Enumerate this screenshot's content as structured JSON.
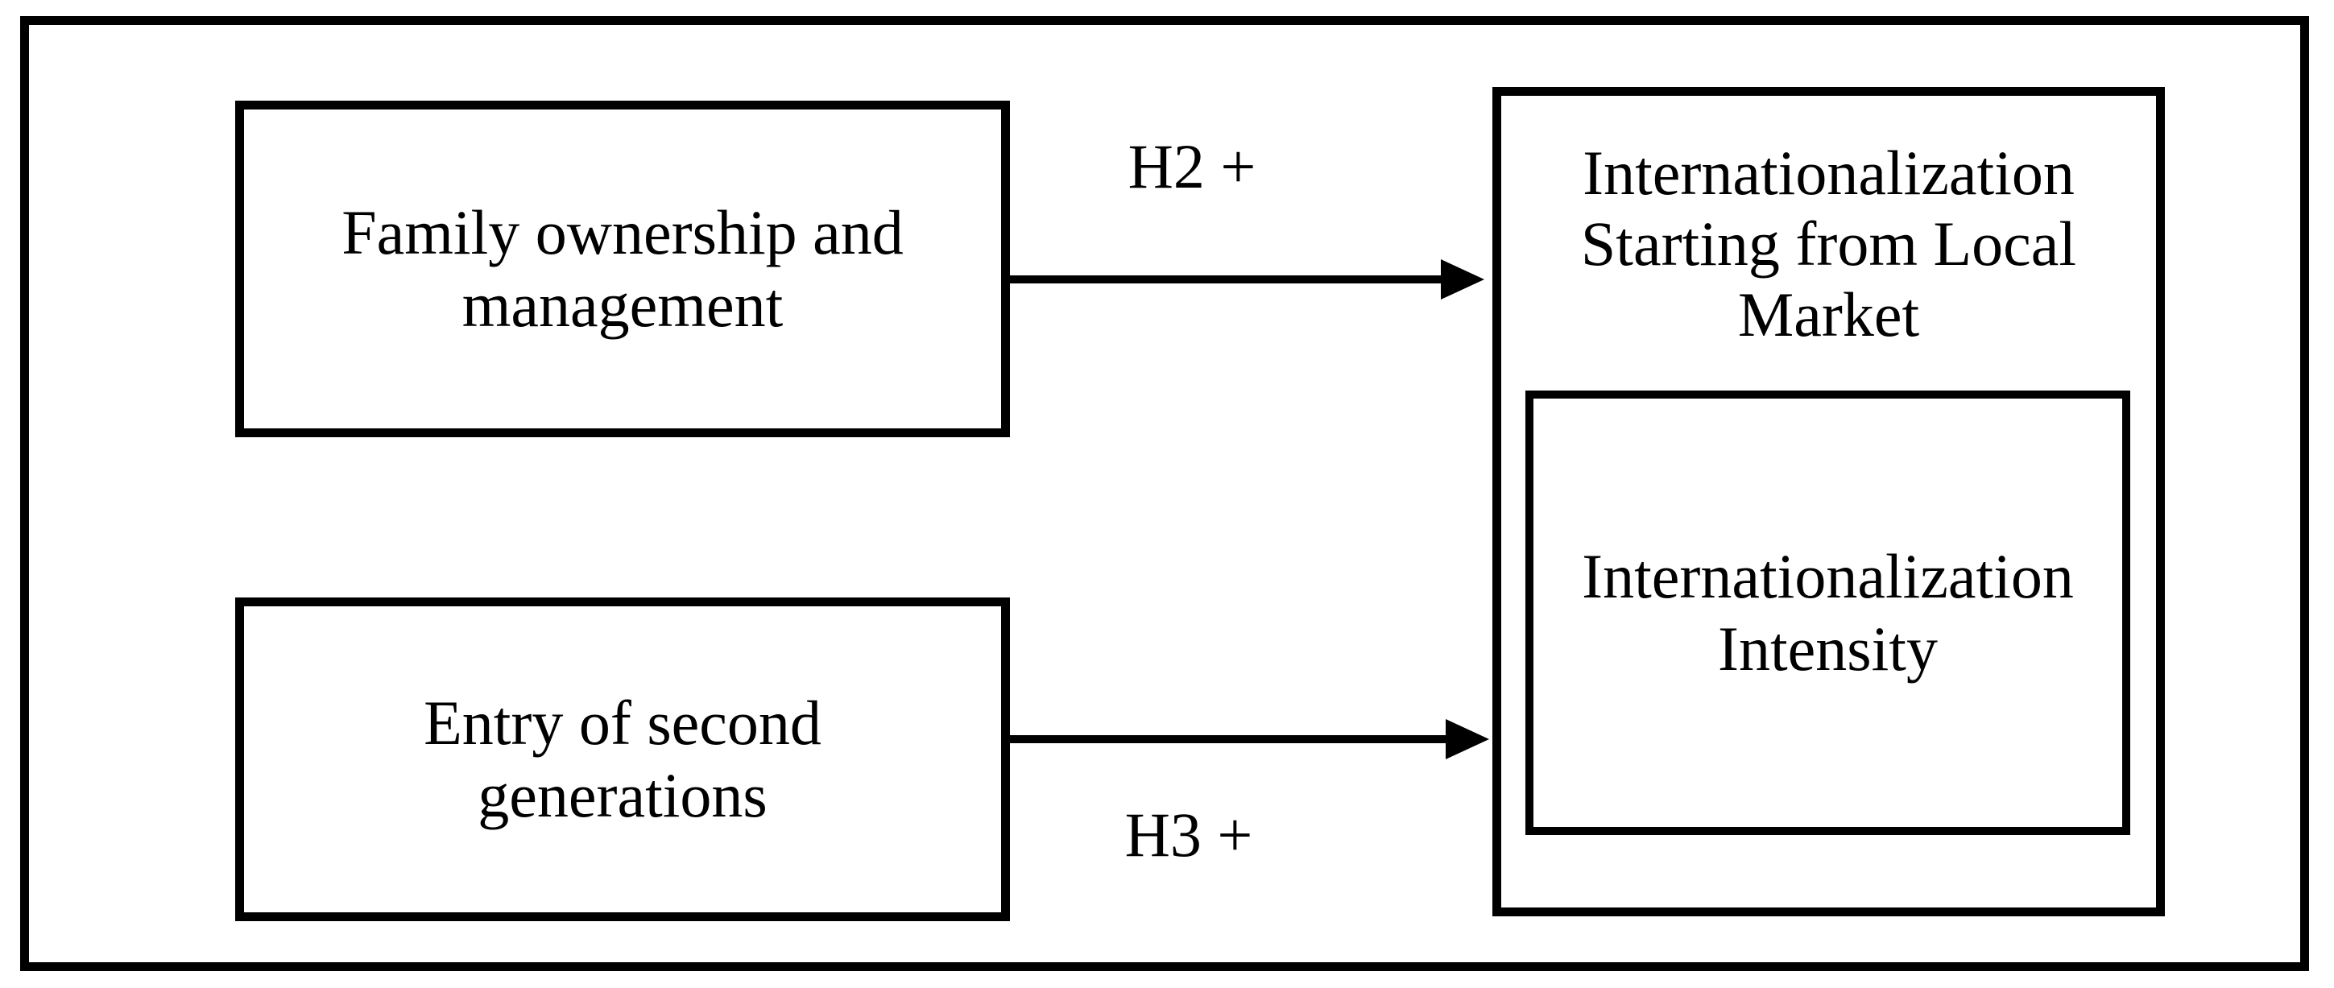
{
  "diagram": {
    "type": "conceptual-model",
    "background_color": "#ffffff",
    "stroke_color": "#000000",
    "text_color": "#000000",
    "nodes": {
      "family_ownership": {
        "label": "Family ownership and\nmanagement"
      },
      "entry_second_generations": {
        "label": "Entry of second\ngenerations"
      },
      "internationalization_local_market": {
        "label": "Internationalization\nStarting from Local\nMarket"
      },
      "internationalization_intensity": {
        "label": "Internationalization\nIntensity",
        "nested_in": "internationalization_local_market"
      }
    },
    "arrows": [
      {
        "id": "H2",
        "label": "H2 +",
        "from": "family_ownership",
        "to": "internationalization_local_market",
        "label_position": "above-arrow"
      },
      {
        "id": "H3",
        "label": "H3 +",
        "from": "entry_second_generations",
        "to": "internationalization_local_market",
        "label_position": "below-arrow"
      }
    ]
  }
}
